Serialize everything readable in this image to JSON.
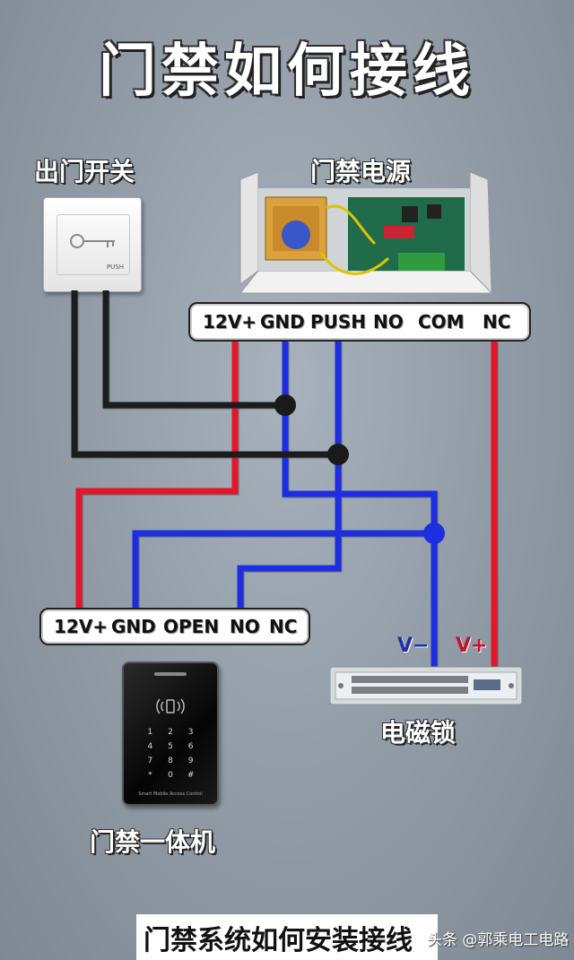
{
  "title": "门禁如何接线",
  "exit_switch": {
    "label": "出门开关",
    "button_text": "PUSH"
  },
  "power_supply": {
    "label": "门禁电源",
    "terminals": [
      "12V+",
      "GND",
      "PUSH",
      "NO",
      "COM",
      "NC"
    ]
  },
  "controller": {
    "label": "门禁一体机",
    "terminals": [
      "12V+",
      "GND",
      "OPEN",
      "NO",
      "NC"
    ],
    "keypad": [
      "1",
      "2",
      "3",
      "4",
      "5",
      "6",
      "7",
      "8",
      "9",
      "*",
      "0",
      "#"
    ],
    "brand_text": "Smart Mobile Access Control"
  },
  "maglock": {
    "label": "电磁锁",
    "v_minus": "V−",
    "v_plus": "V+"
  },
  "colors": {
    "red": "#e3192b",
    "blue": "#1d2fe0",
    "black": "#1a1a1a",
    "v_minus": "#1f2fa8",
    "v_plus": "#c8102e"
  },
  "footer": {
    "caption": "门禁系统如何安装接线",
    "watermark": "头条 @郭乘电工电路"
  }
}
